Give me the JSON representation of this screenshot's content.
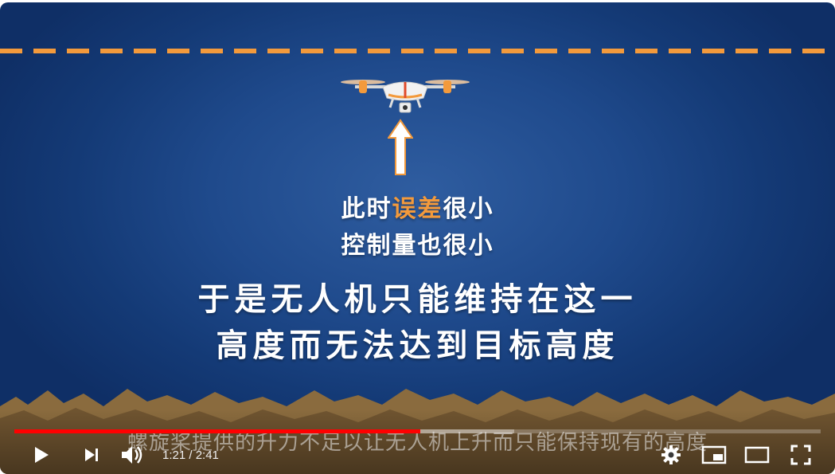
{
  "video": {
    "text_line1_pre": "此时",
    "text_line1_highlight": "误差",
    "text_line1_post": "很小",
    "text_line2": "控制量也很小",
    "text_line3": "于是无人机只能维持在这一",
    "text_line4": "高度而无法达到目标高度",
    "caption": "螺旋桨提供的升力不足以让无人机上升而只能保持现有的高度"
  },
  "player": {
    "current_time": "1:21",
    "duration": "2:41",
    "time_display": "1:21 / 2:41",
    "progress_fraction": 0.503,
    "buffered_fraction": 0.62,
    "accent_color": "#ff0000",
    "highlight_color": "#f39a3c",
    "icons": [
      "play-icon",
      "next-icon",
      "volume-icon",
      "settings-icon",
      "miniplayer-icon",
      "theater-icon",
      "fullscreen-icon"
    ]
  }
}
